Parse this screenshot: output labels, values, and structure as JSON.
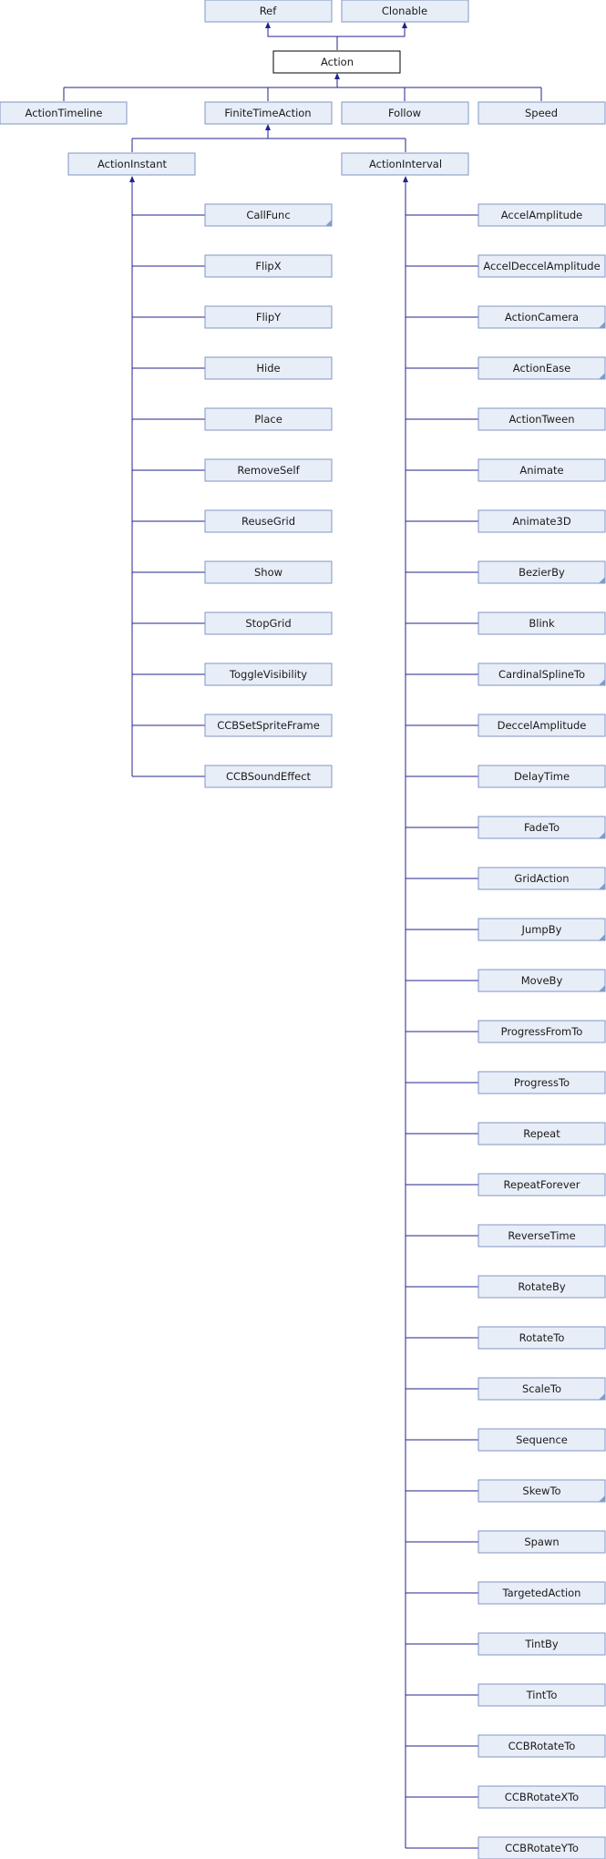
{
  "nodes": {
    "ref": "Ref",
    "clonable": "Clonable",
    "action": "Action",
    "action_timeline": "ActionTimeline",
    "finite_time_action": "FiniteTimeAction",
    "follow": "Follow",
    "speed": "Speed",
    "action_instant": "ActionInstant",
    "action_interval": "ActionInterval"
  },
  "instant_children": [
    {
      "label": "CallFunc",
      "has_more": true
    },
    {
      "label": "FlipX",
      "has_more": false
    },
    {
      "label": "FlipY",
      "has_more": false
    },
    {
      "label": "Hide",
      "has_more": false
    },
    {
      "label": "Place",
      "has_more": false
    },
    {
      "label": "RemoveSelf",
      "has_more": false
    },
    {
      "label": "ReuseGrid",
      "has_more": false
    },
    {
      "label": "Show",
      "has_more": false
    },
    {
      "label": "StopGrid",
      "has_more": false
    },
    {
      "label": "ToggleVisibility",
      "has_more": false
    },
    {
      "label": "CCBSetSpriteFrame",
      "has_more": false
    },
    {
      "label": "CCBSoundEffect",
      "has_more": false
    }
  ],
  "interval_children": [
    {
      "label": "AccelAmplitude",
      "has_more": false
    },
    {
      "label": "AccelDeccelAmplitude",
      "has_more": false
    },
    {
      "label": "ActionCamera",
      "has_more": true
    },
    {
      "label": "ActionEase",
      "has_more": true
    },
    {
      "label": "ActionTween",
      "has_more": false
    },
    {
      "label": "Animate",
      "has_more": false
    },
    {
      "label": "Animate3D",
      "has_more": false
    },
    {
      "label": "BezierBy",
      "has_more": true
    },
    {
      "label": "Blink",
      "has_more": false
    },
    {
      "label": "CardinalSplineTo",
      "has_more": true
    },
    {
      "label": "DeccelAmplitude",
      "has_more": false
    },
    {
      "label": "DelayTime",
      "has_more": false
    },
    {
      "label": "FadeTo",
      "has_more": true
    },
    {
      "label": "GridAction",
      "has_more": true
    },
    {
      "label": "JumpBy",
      "has_more": true
    },
    {
      "label": "MoveBy",
      "has_more": true
    },
    {
      "label": "ProgressFromTo",
      "has_more": false
    },
    {
      "label": "ProgressTo",
      "has_more": false
    },
    {
      "label": "Repeat",
      "has_more": false
    },
    {
      "label": "RepeatForever",
      "has_more": false
    },
    {
      "label": "ReverseTime",
      "has_more": false
    },
    {
      "label": "RotateBy",
      "has_more": false
    },
    {
      "label": "RotateTo",
      "has_more": false
    },
    {
      "label": "ScaleTo",
      "has_more": true
    },
    {
      "label": "Sequence",
      "has_more": false
    },
    {
      "label": "SkewTo",
      "has_more": true
    },
    {
      "label": "Spawn",
      "has_more": false
    },
    {
      "label": "TargetedAction",
      "has_more": false
    },
    {
      "label": "TintBy",
      "has_more": false
    },
    {
      "label": "TintTo",
      "has_more": false
    },
    {
      "label": "CCBRotateTo",
      "has_more": false
    },
    {
      "label": "CCBRotateXTo",
      "has_more": false
    },
    {
      "label": "CCBRotateYTo",
      "has_more": false
    }
  ]
}
